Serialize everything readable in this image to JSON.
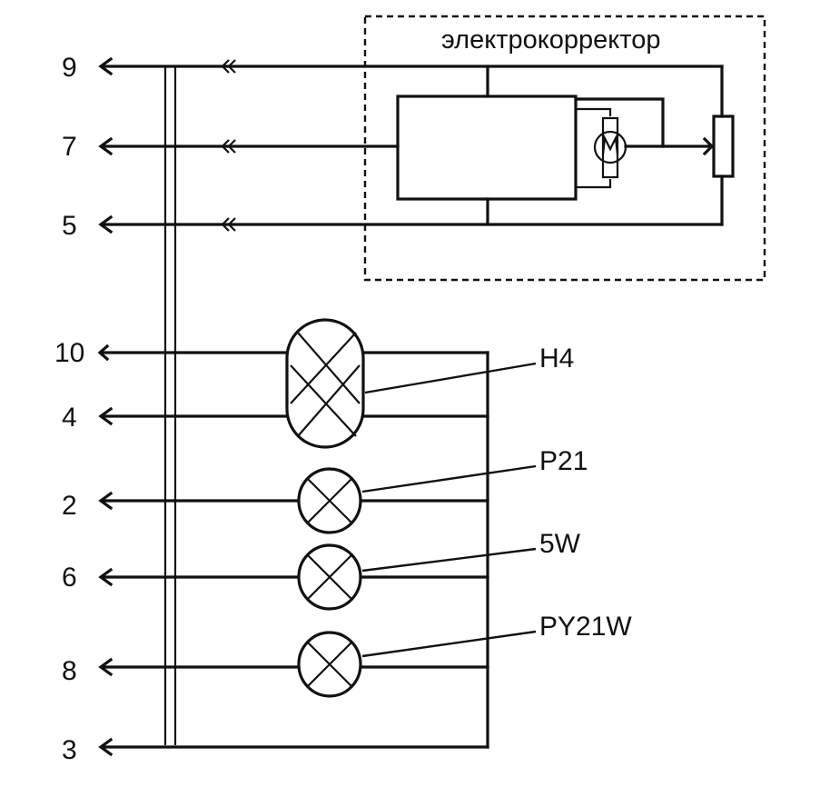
{
  "diagram": {
    "title": "электрокорректор",
    "pins": [
      {
        "id": "9",
        "label": "9"
      },
      {
        "id": "7",
        "label": "7"
      },
      {
        "id": "5",
        "label": "5"
      },
      {
        "id": "10",
        "label": "10"
      },
      {
        "id": "4",
        "label": "4"
      },
      {
        "id": "2",
        "label": "2"
      },
      {
        "id": "6",
        "label": "6"
      },
      {
        "id": "8",
        "label": "8"
      },
      {
        "id": "3",
        "label": "3"
      }
    ],
    "lamps": [
      {
        "id": "H4",
        "label": "H4",
        "pins": [
          "10",
          "4"
        ],
        "type": "dual-filament"
      },
      {
        "id": "P21",
        "label": "P21",
        "pins": [
          "2"
        ],
        "type": "single"
      },
      {
        "id": "5W",
        "label": "5W",
        "pins": [
          "6"
        ],
        "type": "single"
      },
      {
        "id": "PY21W",
        "label": "PY21W",
        "pins": [
          "8"
        ],
        "type": "single"
      }
    ],
    "corrector": {
      "label": "электрокорректор",
      "pins": [
        "9",
        "7",
        "5"
      ],
      "components": [
        "control-unit",
        "motor",
        "potentiometer"
      ]
    },
    "stroke_color": "#111111",
    "background": "#ffffff"
  }
}
